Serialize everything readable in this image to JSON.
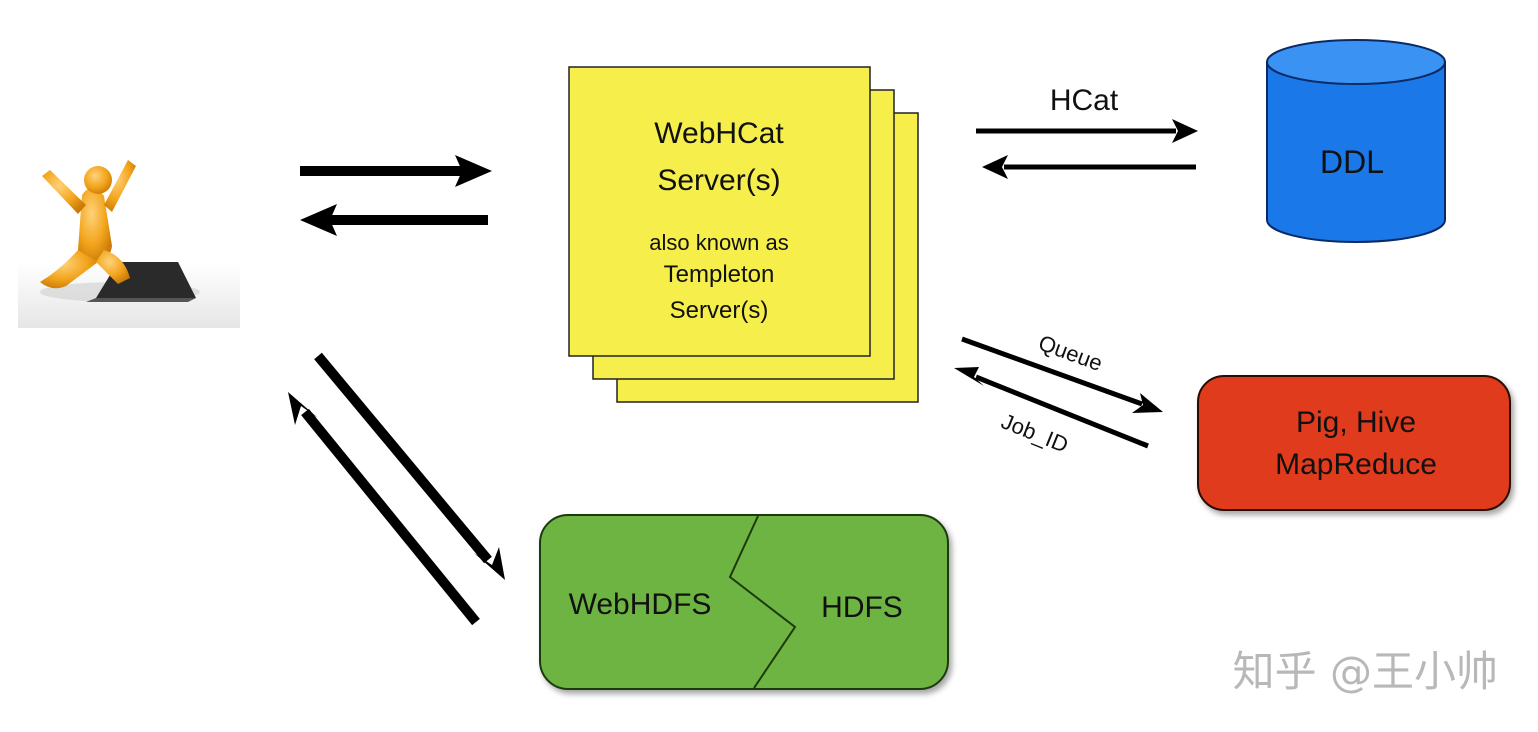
{
  "webhcat": {
    "title_line1": "WebHCat",
    "title_line2": "Server(s)",
    "subtitle_line1": "also known as",
    "subtitle_line2": "Templeton",
    "subtitle_line3": "Server(s)"
  },
  "ddl": {
    "label": "DDL"
  },
  "pig_hive": {
    "line1": "Pig, Hive",
    "line2": "MapReduce"
  },
  "hdfs_box": {
    "left_label": "WebHDFS",
    "right_label": "HDFS"
  },
  "arrows": {
    "hcat": "HCat",
    "queue": "Queue",
    "job_id": "Job_ID"
  },
  "watermark": "知乎 @王小帅",
  "colors": {
    "server_yellow": "#f5ee4b",
    "ddl_blue": "#1a78e8",
    "pig_red": "#e03a1e",
    "hdfs_green": "#6db443",
    "figure_orange": "#f2a41b"
  }
}
